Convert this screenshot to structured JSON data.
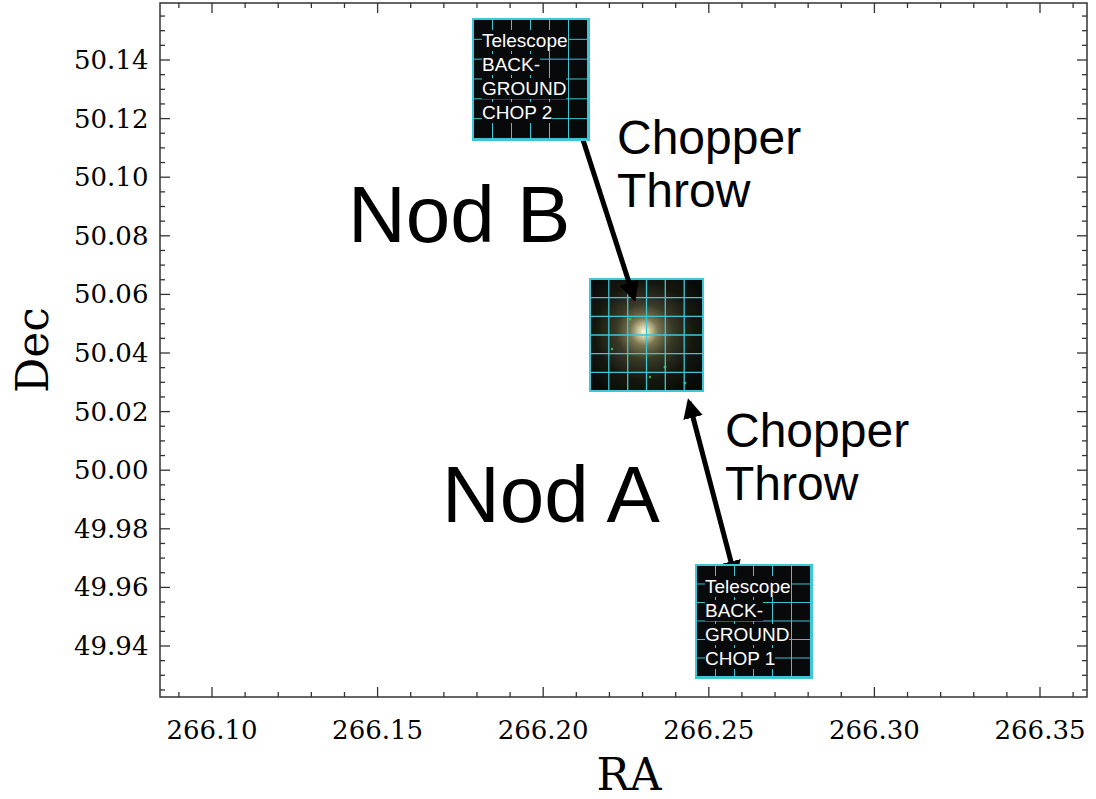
{
  "diagram": {
    "nodes": [
      {
        "text": [
          "Telescope BACK- GROUND CHOP 2"
        ]
      },
      {
        "text": [
          "Telescope BACK- GROUND CHOP 1"
        ]
      }
    ],
    "labels": [
      "Chopper Throw",
      "Nod B",
      "Chopper Throw",
      "Nod A",
      "50.14",
      "50.12",
      "50.10",
      "50.08",
      "50.06",
      "50.04",
      "50.02",
      "50.00",
      "49.98",
      "49.96",
      "49.94",
      "Dec",
      "266.10",
      "266.15",
      "266.20",
      "266.25",
      "266.30",
      "266.35",
      "RA"
    ]
  }
}
